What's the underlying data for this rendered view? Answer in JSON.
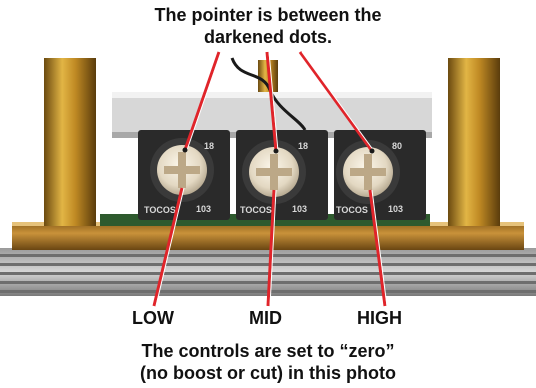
{
  "top_caption": {
    "line1": "The pointer is between the",
    "line2": "darkened dots."
  },
  "labels": {
    "low": "LOW",
    "mid": "MID",
    "high": "HIGH"
  },
  "bottom_caption": {
    "line1": "The controls are set to “zero”",
    "line2": "(no boost or cut) in this photo"
  },
  "pots": [
    {
      "top_marking": "18",
      "bottom_marking": "103",
      "brand": "TOCOS"
    },
    {
      "top_marking": "18",
      "bottom_marking": "103",
      "brand": "TOCOS"
    },
    {
      "top_marking": "80",
      "bottom_marking": "103",
      "brand": "TOCOS"
    }
  ],
  "colors": {
    "callout_line": "#e0242a",
    "text": "#111111"
  }
}
